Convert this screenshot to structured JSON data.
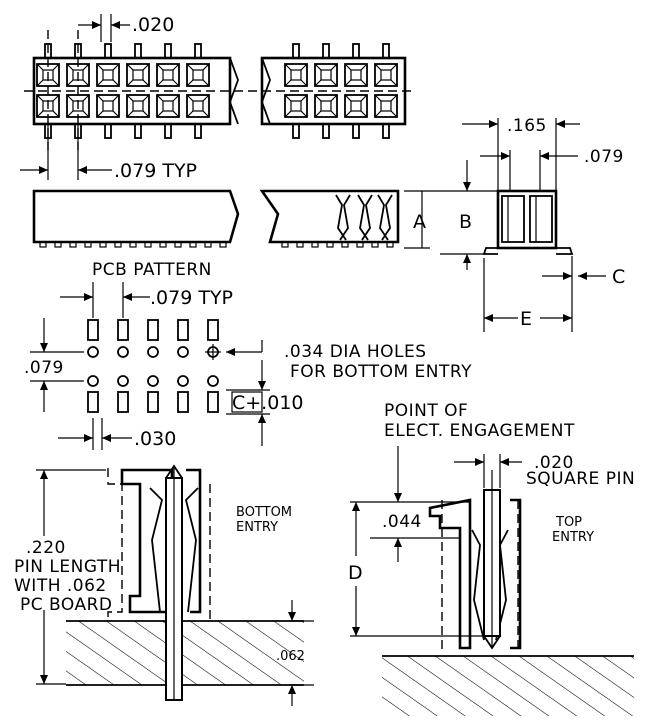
{
  "top_view": {
    "pitch_callout": ".020",
    "pitch_typ_callout": ".079  TYP"
  },
  "side_view": {
    "label_a": "A",
    "label_b": "B",
    "label_c": "C",
    "label_e": "E",
    "dim_165": ".165",
    "dim_079": ".079"
  },
  "pcb_pattern": {
    "title": "PCB PATTERN",
    "pitch_typ": ".079  TYP",
    "row_spacing": ".079",
    "hole_note_line1": ".034  DIA  HOLES",
    "hole_note_line2": "FOR  BOTTOM  ENTRY",
    "c_dim": "C+.010",
    "pad_width": ".030"
  },
  "bottom_entry": {
    "label_line1": "BOTTOM",
    "label_line2": "ENTRY",
    "pin_line1": ".220",
    "pin_line2": "PIN  LENGTH",
    "pin_line3": "WITH  .062",
    "pin_line4": "PC  BOARD",
    "board_thickness": ".062"
  },
  "top_entry": {
    "point_line1": "POINT  OF",
    "point_line2": "ELECT.  ENGAGEMENT",
    "square_pin_line1": ".020",
    "square_pin_line2": "SQUARE  PIN",
    "label_line1": "TOP",
    "label_line2": "ENTRY",
    "depth_044": ".044",
    "label_d": "D"
  }
}
